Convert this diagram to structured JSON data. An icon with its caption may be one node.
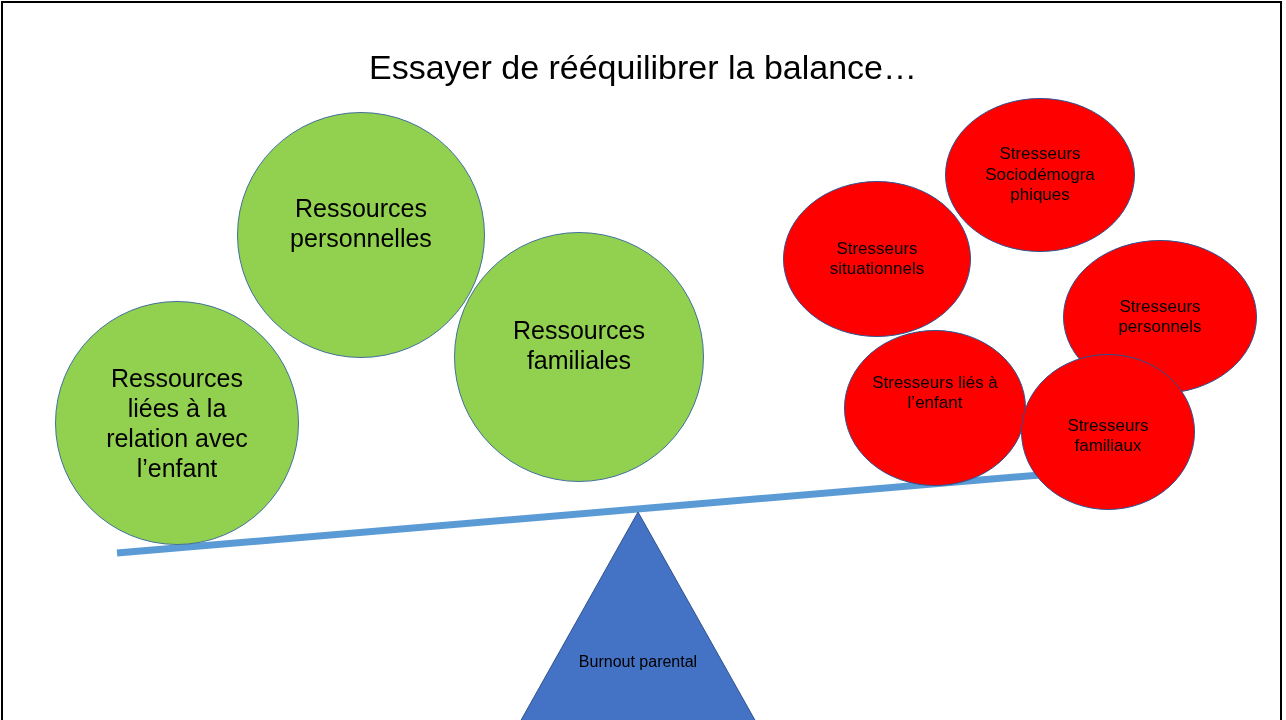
{
  "diagram": {
    "title": "Essayer de rééquilibrer la balance…",
    "nodes": [
      {
        "text": [
          "Ressources personnelles"
        ]
      },
      {
        "text": [
          "Ressources familiales"
        ]
      },
      {
        "text": [
          "Ressources liées à la relation avec l’enfant"
        ]
      },
      {
        "text": [
          "Stresseurs Sociodémographiques"
        ]
      },
      {
        "text": [
          "Stresseurs situationnels"
        ]
      },
      {
        "text": [
          "Stresseurs personnels"
        ]
      },
      {
        "text": [
          "Stresseurs liés à l’enfant"
        ]
      },
      {
        "text": [
          "Stresseurs familiaux"
        ]
      },
      {
        "text": [
          "Burnout parental"
        ]
      }
    ]
  }
}
